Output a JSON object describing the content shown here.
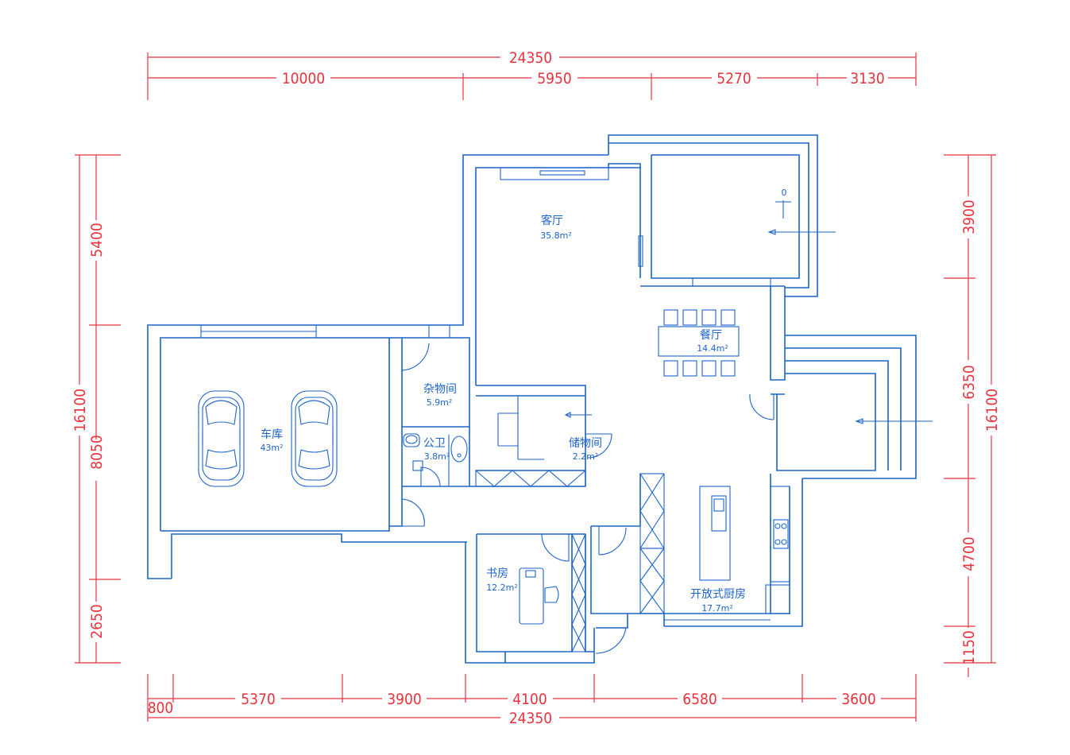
{
  "dimensions": {
    "top_total": "24350",
    "top_segments": [
      "10000",
      "5950",
      "5270",
      "3130"
    ],
    "bottom_segments": [
      "800",
      "5370",
      "3900",
      "4100",
      "6580",
      "3600"
    ],
    "bottom_total": "24350",
    "left_total": "16100",
    "left_segments": [
      "5400",
      "8050",
      "2650"
    ],
    "right_total": "16100",
    "right_segments": [
      "3900",
      "6350",
      "4700",
      "1150"
    ]
  },
  "rooms": {
    "living": {
      "name": "客厅",
      "area": "35.8m²"
    },
    "dining": {
      "name": "餐厅",
      "area": "14.4m²"
    },
    "garage": {
      "name": "车库",
      "area": "43m²"
    },
    "utility": {
      "name": "杂物间",
      "area": "5.9m²"
    },
    "bathroom": {
      "name": "公卫",
      "area": "3.8m²"
    },
    "storage": {
      "name": "储物间",
      "area": "2.2m²"
    },
    "study": {
      "name": "书房",
      "area": "12.2m²"
    },
    "kitchen": {
      "name": "开放式厨房",
      "area": "17.7m²"
    }
  },
  "markers": {
    "elevation": "0"
  },
  "colors": {
    "dimension": "#e8323c",
    "wall": "#1d63c9",
    "background": "#ffffff"
  }
}
